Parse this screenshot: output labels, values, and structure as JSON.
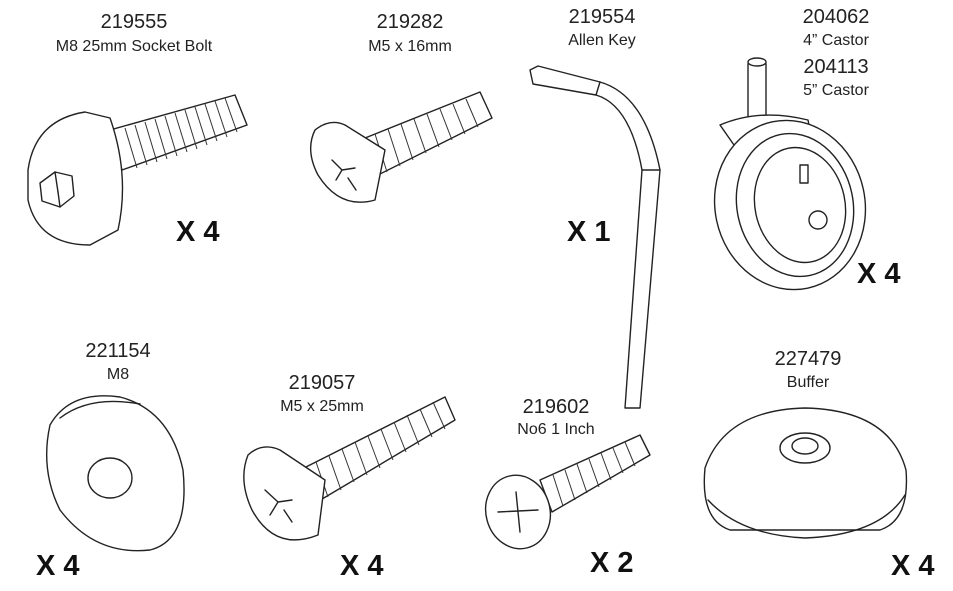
{
  "parts": [
    {
      "id": "bolt",
      "code": "219555",
      "desc": "M8 25mm Socket Bolt",
      "qty": "X 4"
    },
    {
      "id": "screw16",
      "code": "219282",
      "desc": "M5 x 16mm",
      "qty": ""
    },
    {
      "id": "allen",
      "code": "219554",
      "desc": "Allen Key",
      "qty": "X 1"
    },
    {
      "id": "castor",
      "code": "204062",
      "desc": "4” Castor",
      "code2": "204113",
      "desc2": "5” Castor",
      "qty": "X 4"
    },
    {
      "id": "washer",
      "code": "221154",
      "desc": "M8",
      "qty": "X 4"
    },
    {
      "id": "screw25",
      "code": "219057",
      "desc": "M5 x 25mm",
      "qty": "X 4"
    },
    {
      "id": "wood",
      "code": "219602",
      "desc": "No6 1 Inch",
      "qty": "X 2"
    },
    {
      "id": "buffer",
      "code": "227479",
      "desc": "Buffer",
      "qty": "X 4"
    }
  ]
}
